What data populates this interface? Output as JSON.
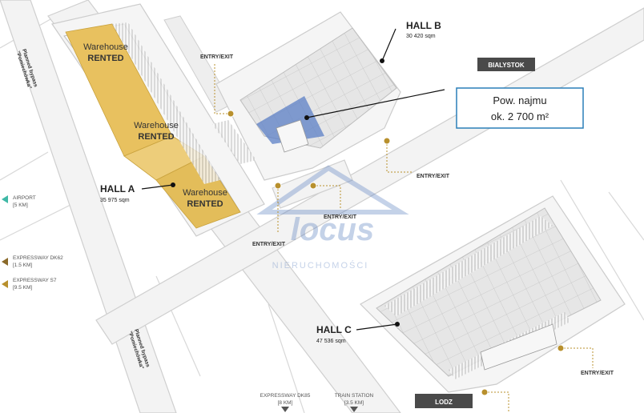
{
  "halls": {
    "a": {
      "name": "HALL A",
      "area": "35 975 sqm",
      "units": [
        {
          "line1": "Warehouse",
          "line2": "RENTED"
        },
        {
          "line1": "Warehouse",
          "line2": "RENTED"
        },
        {
          "line1": "Warehouse",
          "line2": "RENTED"
        }
      ]
    },
    "b": {
      "name": "HALL B",
      "area": "30 420 sqm"
    },
    "c": {
      "name": "HALL C",
      "area": "47 536 sqm"
    }
  },
  "callout": {
    "line1": "Pow. najmu",
    "line2": "ok. 2 700 m²"
  },
  "city_labels": {
    "north": "BIALYSTOK",
    "south": "LODZ"
  },
  "entry_exit_label": "ENTRY/EXIT",
  "bypass_label": {
    "line1": "Planned bypass",
    "line2": "\"Pomiechówka\""
  },
  "destinations_left": [
    {
      "name": "AIRPORT",
      "distance": "[5 KM]",
      "color": "#3fb8a6",
      "icon": "arrow-left-icon"
    },
    {
      "name": "EXPRESSWAY DK62",
      "distance": "[1.5 KM]",
      "color": "#8b6a2a",
      "icon": "arrow-left-icon"
    },
    {
      "name": "EXPRESSWAY S7",
      "distance": "[9.5 KM]",
      "color": "#b8902d",
      "icon": "arrow-left-icon"
    }
  ],
  "destinations_bottom": [
    {
      "name": "EXPRESSWAY DK85",
      "distance": "[8 KM]"
    },
    {
      "name": "TRAIN STATION",
      "distance": "[3.5 KM]"
    }
  ],
  "watermark": {
    "brand": "locus",
    "sub": "NIERUCHOMOŚCI"
  },
  "colors": {
    "road": "#f2f2f2",
    "road_edge": "#cfcfcf",
    "hall_fill": "#e9e9e9",
    "grid": "#c9c9c9",
    "rented": "#e8c15f",
    "rented_dark": "#d4a93f",
    "highlight": "#5b7fc6",
    "marker": "#b8902d",
    "text": "#333333"
  }
}
